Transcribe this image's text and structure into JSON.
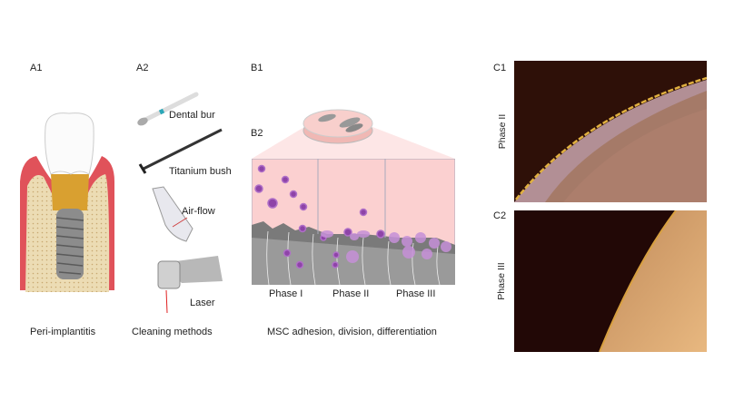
{
  "panels": {
    "a1": {
      "label": "A1",
      "caption": "Peri-implantitis"
    },
    "a2": {
      "label": "A2",
      "caption": "Cleaning methods",
      "tools": [
        "Dental bur",
        "Titanium bush",
        "Air-flow",
        "Laser"
      ]
    },
    "b1": {
      "label": "B1"
    },
    "b2": {
      "label": "B2",
      "phases": [
        "Phase I",
        "Phase II",
        "Phase III"
      ],
      "caption": "MSC adhesion, division, differentiation"
    },
    "c1": {
      "label": "C1",
      "side_label": "Phase II"
    },
    "c2": {
      "label": "C2",
      "side_label": "Phase III"
    }
  },
  "colors": {
    "gum": "#e0525a",
    "bone": "#e8d8b0",
    "implant": "#8c8c8c",
    "cell": "#9a55b0",
    "medium": "#fbd0d0"
  }
}
